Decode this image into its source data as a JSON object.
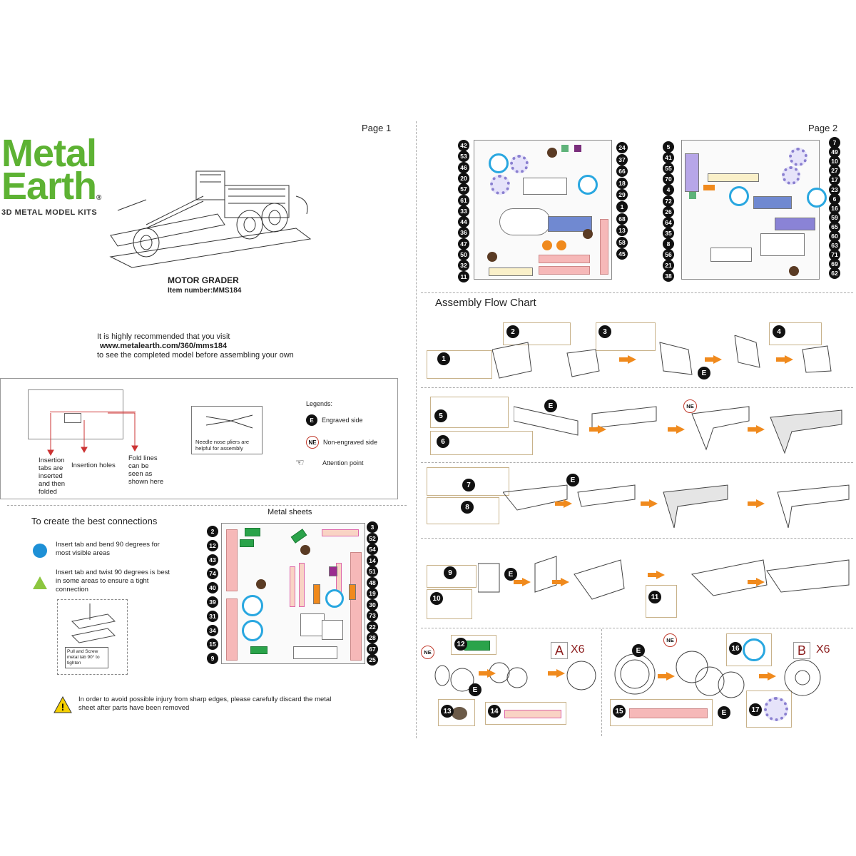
{
  "page1": {
    "page_label": "Page 1",
    "brand": {
      "line1": "Metal",
      "line2": "Earth",
      "reg": "®",
      "tagline": "3D METAL MODEL KITS"
    },
    "model_name": "MOTOR GRADER",
    "item_number_label": "Item number:",
    "item_number": "MMS184",
    "recommend": {
      "line1": "It is highly recommended that you visit",
      "url": "www.metalearth.com/360/mms184",
      "line3": "to see the completed model before assembling your own"
    },
    "diagram_labels": {
      "tabs": "Insertion tabs are inserted and then folded",
      "holes": "Insertion holes",
      "fold": "Fold lines can be seen as shown here"
    },
    "pliers_note": "Needle nose pliers are helpful for assembly",
    "legends": {
      "title": "Legends:",
      "engraved_badge": "E",
      "engraved": "Engraved side",
      "non_engraved_badge": "NE",
      "non_engraved": "Non-engraved side",
      "attention": "Attention point"
    },
    "connections": {
      "title": "To create the best connections",
      "blue": "Insert tab and bend 90 degrees for most visible areas",
      "green": "Insert tab and twist 90 degrees is best in some areas to ensure a tight connection",
      "screw_note": "Pull and Screw metal tab 90° to tighten"
    },
    "metal_sheets_title": "Metal sheets",
    "sheet_left_numbers": [
      "2",
      "12",
      "43",
      "74",
      "40",
      "39",
      "31",
      "34",
      "15",
      "9"
    ],
    "sheet_right_numbers": [
      "3",
      "52",
      "54",
      "14",
      "51",
      "48",
      "19",
      "30",
      "73",
      "22",
      "28",
      "67",
      "25"
    ],
    "warning": "In order to avoid possible injury from sharp edges, please carefully discard the metal sheet after parts have been removed"
  },
  "page2": {
    "page_label": "Page 2",
    "sheetA_left": [
      "42",
      "53",
      "46",
      "20",
      "57",
      "61",
      "33",
      "44",
      "36",
      "47",
      "50",
      "32",
      "11"
    ],
    "sheetA_right": [
      "24",
      "37",
      "66",
      "18",
      "29",
      "1",
      "68",
      "13",
      "58",
      "45"
    ],
    "sheetB_left": [
      "5",
      "41",
      "55",
      "70",
      "4",
      "72",
      "26",
      "64",
      "35",
      "8",
      "56",
      "21",
      "38"
    ],
    "sheetB_right": [
      "7",
      "49",
      "10",
      "27",
      "17",
      "23",
      "6",
      "16",
      "59",
      "65",
      "60",
      "63",
      "71",
      "69",
      "62"
    ],
    "flow_title": "Assembly Flow Chart",
    "rows": [
      {
        "steps": [
          "1",
          "2",
          "3",
          "4"
        ],
        "badge": "E"
      },
      {
        "steps": [
          "5",
          "6"
        ],
        "badges": [
          "E",
          "NE"
        ]
      },
      {
        "steps": [
          "7",
          "8"
        ],
        "badge": "E"
      },
      {
        "steps": [
          "9",
          "10",
          "11"
        ],
        "badge": "E"
      }
    ],
    "sub_a": {
      "letter": "A",
      "mult": "X6",
      "steps": [
        "12",
        "13",
        "14"
      ],
      "badges": [
        "NE",
        "E"
      ]
    },
    "sub_b": {
      "letter": "B",
      "mult": "X6",
      "steps": [
        "15",
        "16",
        "17"
      ],
      "badges": [
        "E",
        "NE",
        "E"
      ]
    }
  },
  "colors": {
    "brand_green": "#5db233",
    "arrow_orange": "#f08a1d",
    "badge_black": "#111111",
    "ne_red": "#c0392b",
    "blue_dot": "#1e90d6",
    "green_tri": "#8cc63f"
  }
}
